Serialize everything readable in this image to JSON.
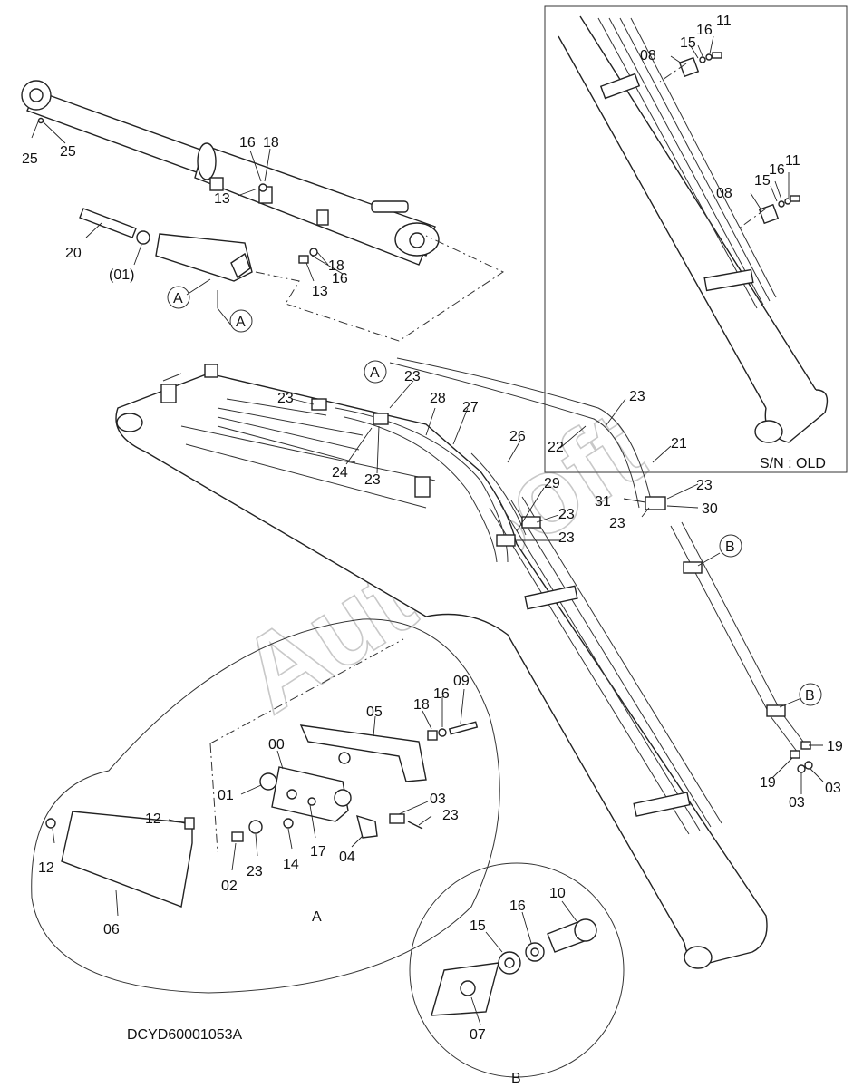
{
  "drawing_code": "DCYD60001053A",
  "inset_note": "S/N : OLD",
  "watermark": "AutoSoft",
  "detail_refs": {
    "A": "A",
    "B": "B"
  },
  "labels": {
    "p25a": "25",
    "p25b": "25",
    "p16a": "16",
    "p18a": "18",
    "p13a": "13",
    "p20": "20",
    "p01ref": "(01)",
    "p18b": "18",
    "p16b": "16",
    "p13b": "13",
    "p08a": "08",
    "p15a": "15",
    "p16c": "16",
    "p11a": "11",
    "p08b": "08",
    "p15b": "15",
    "p16d": "16",
    "p11b": "11",
    "p23a": "23",
    "p23b": "23",
    "p28": "28",
    "p27": "27",
    "p23c": "23",
    "p24": "24",
    "p23d": "23",
    "p26": "26",
    "p22": "22",
    "p21": "21",
    "p29": "29",
    "p23e": "23",
    "p23f": "23",
    "p31": "31",
    "p23g": "23",
    "p23h": "23",
    "p30": "30",
    "p19a": "19",
    "p19b": "19",
    "p03a": "03",
    "p03b": "03",
    "p09": "09",
    "p16e": "16",
    "p18c": "18",
    "p05": "05",
    "p00": "00",
    "p01": "01",
    "p03c": "03",
    "p23i": "23",
    "p12a": "12",
    "p12b": "12",
    "p02": "02",
    "p23j": "23",
    "p14": "14",
    "p17": "17",
    "p04": "04",
    "p06": "06",
    "p10": "10",
    "p16f": "16",
    "p15c": "15",
    "p07": "07"
  }
}
